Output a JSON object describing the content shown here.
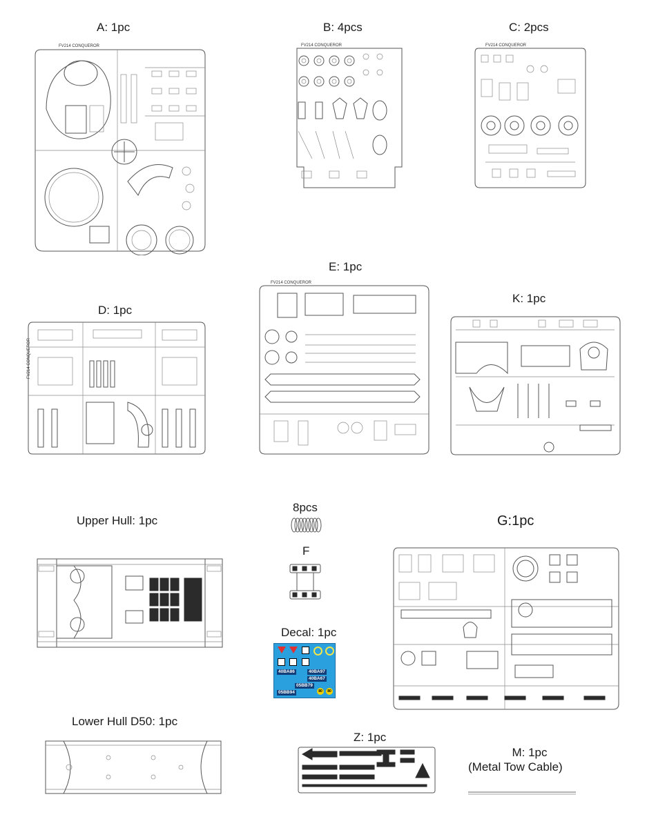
{
  "sprues": {
    "A": {
      "label": "A: 1pc",
      "name": "FV214 CONQUEROR"
    },
    "B": {
      "label": "B: 4pcs",
      "name": "FV214 CONQUEROR"
    },
    "C": {
      "label": "C: 2pcs",
      "name": "FV214 CONQUEROR"
    },
    "D": {
      "label": "D: 1pc",
      "name": "FV214 CONQUEROR"
    },
    "E": {
      "label": "E: 1pc",
      "name": "FV214 CONQUEROR"
    },
    "K": {
      "label": "K: 1pc"
    },
    "G": {
      "label": "G:1pc"
    },
    "Z": {
      "label": "Z: 1pc"
    },
    "M": {
      "label_line1": "M: 1pc",
      "label_line2": "(Metal Tow Cable)"
    }
  },
  "upper_hull": {
    "label": "Upper Hull: 1pc"
  },
  "lower_hull": {
    "label": "Lower Hull D50: 1pc"
  },
  "springs": {
    "label": "8pcs"
  },
  "track_f": {
    "label": "F"
  },
  "decal": {
    "label": "Decal: 1pc",
    "codes": [
      "40BA86",
      "40BA97",
      "40BA67",
      "05BB79",
      "05BB94"
    ],
    "badges": [
      "80",
      "80"
    ],
    "colors": {
      "background": "#2aa0de",
      "accent": "#f2d200",
      "red": "#e03030"
    }
  }
}
